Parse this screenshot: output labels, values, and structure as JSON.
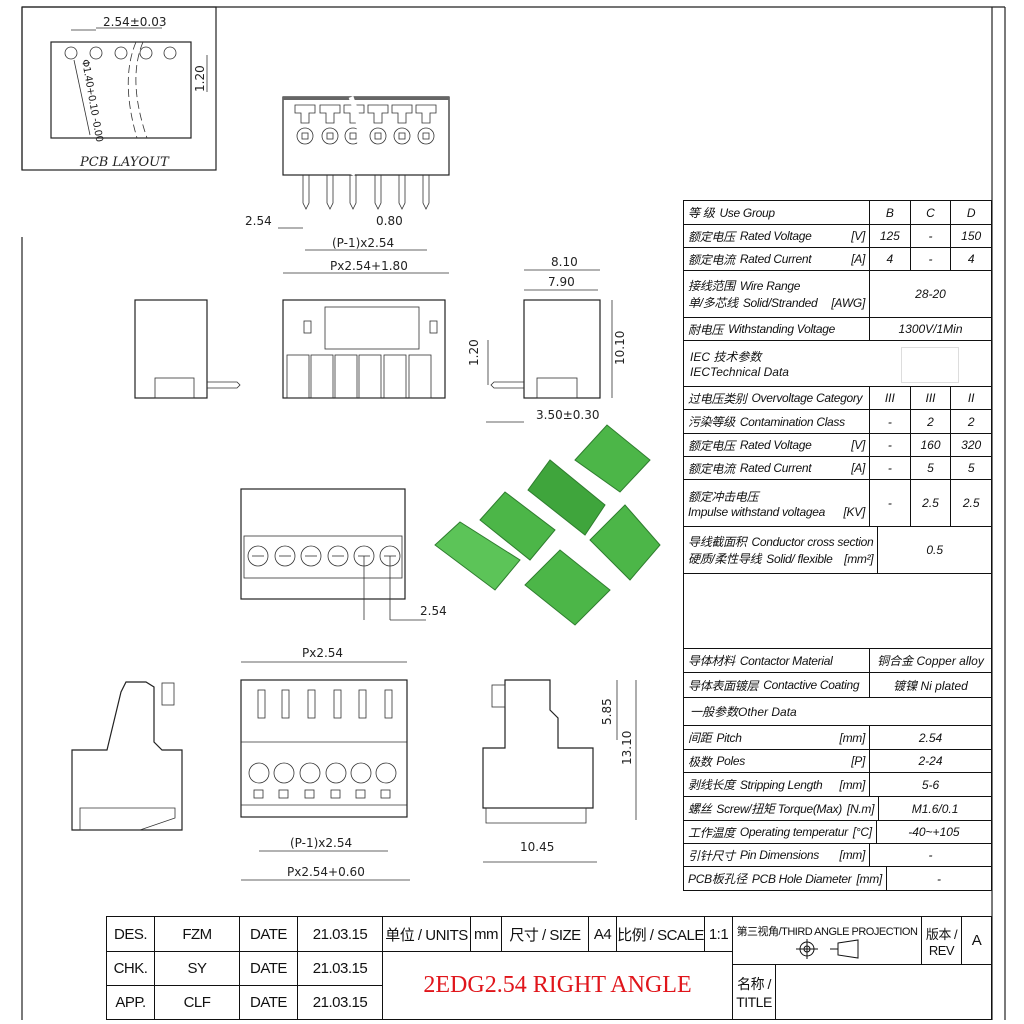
{
  "pcb_layout": {
    "label": "PCB LAYOUT",
    "pitch": "2.54±0.03",
    "row_offset": "1.20",
    "hole_dia": "Φ1.40+0.10 -0.00"
  },
  "top_view": {
    "dim_left": "2.54",
    "dim_pin": "0.80",
    "dim_span": "(P-1)x2.54",
    "dim_total": "Px2.54+1.80"
  },
  "side_view": {
    "dim_w1": "8.10",
    "dim_w2": "7.90",
    "dim_h": "10.10",
    "dim_pin_off": "1.20",
    "dim_pin_len": "3.50±0.30"
  },
  "plug_view": {
    "dim_pitch": "2.54"
  },
  "front_view": {
    "dim_top": "Px2.54",
    "dim_span": "(P-1)x2.54",
    "dim_total": "Px2.54+0.60",
    "dim_h1": "5.85",
    "dim_h2": "13.10",
    "dim_depth": "10.45"
  },
  "product_color": "#4cb648",
  "spec_table": {
    "rows": [
      {
        "cn": "等 级",
        "en": "Use Group",
        "unit": "",
        "vals": [
          "B",
          "C",
          "D"
        ]
      },
      {
        "cn": "额定电压",
        "en": "Rated Voltage",
        "unit": "[V]",
        "vals": [
          "125",
          "-",
          "150"
        ]
      },
      {
        "cn": "额定电流",
        "en": "Rated Current",
        "unit": "[A]",
        "vals": [
          "4",
          "-",
          "4"
        ]
      },
      {
        "cn": "接线范围",
        "en": "Wire Range",
        "cn2": "单/多芯线",
        "en2": "Solid/Stranded",
        "unit": "[AWG]",
        "span": "28-20"
      },
      {
        "cn": "耐电压",
        "en": "Withstanding Voltage",
        "unit": "",
        "span": "1300V/1Min"
      },
      {
        "cn": "IEC 技术参数",
        "en": "",
        "cn2": "IEC",
        "en2": "Technical Data",
        "full": true
      },
      {
        "cn": "过电压类别",
        "en": "Overvoltage Category",
        "unit": "",
        "vals": [
          "III",
          "III",
          "II"
        ]
      },
      {
        "cn": "污染等级",
        "en": "Contamination Class",
        "unit": "",
        "vals": [
          "-",
          "2",
          "2"
        ]
      },
      {
        "cn": "额定电压",
        "en": "Rated Voltage",
        "unit": "[V]",
        "vals": [
          "-",
          "160",
          "320"
        ]
      },
      {
        "cn": "额定电流",
        "en": "Rated Current",
        "unit": "[A]",
        "vals": [
          "-",
          "5",
          "5"
        ]
      },
      {
        "cn": "额定冲击电压",
        "en": "",
        "cn2": "",
        "en2": "Impulse withstand voltagea",
        "unit": "[KV]",
        "vals": [
          "-",
          "2.5",
          "2.5"
        ]
      },
      {
        "cn": "导线截面积",
        "en": "Conductor cross section",
        "cn2": "硬质/柔性导线",
        "en2": "Solid/ flexible",
        "unit": "[mm²]",
        "span": "0.5"
      },
      {
        "blank": true
      },
      {
        "cn": "导体材料",
        "en": "Contactor Material",
        "unit": "",
        "span": "铜合金 Copper alloy"
      },
      {
        "cn": "导体表面镀层",
        "en": "Contactive Coating",
        "unit": "",
        "span": "镀镍 Ni plated"
      },
      {
        "cn": "一般参数",
        "en": "Other Data",
        "full": true
      },
      {
        "cn": "间距",
        "en": "Pitch",
        "unit": "[mm]",
        "span": "2.54"
      },
      {
        "cn": "极数",
        "en": "Poles",
        "unit": "[P]",
        "span": "2-24"
      },
      {
        "cn": "剥线长度",
        "en": "Stripping Length",
        "unit": "[mm]",
        "span": "5-6"
      },
      {
        "cn": "螺丝",
        "en": "Screw/扭矩 Torque(Max)",
        "unit": "[N.m]",
        "span": "M1.6/0.1"
      },
      {
        "cn": "工作温度",
        "en": "Operating temperatur",
        "unit": "[°C]",
        "span": "-40~+105"
      },
      {
        "cn": "引针尺寸",
        "en": "Pin Dimensions",
        "unit": "[mm]",
        "span": "-"
      },
      {
        "cn": "PCB板孔径",
        "en": "PCB Hole Diameter",
        "unit": "[mm]",
        "span": "-"
      }
    ]
  },
  "title_block": {
    "des_label": "DES.",
    "des": "FZM",
    "chk_label": "CHK.",
    "chk": "SY",
    "app_label": "APP.",
    "app": "CLF",
    "date_label": "DATE",
    "date1": "21.03.15",
    "date2": "21.03.15",
    "date3": "21.03.15",
    "units_label": "单位 / UNITS",
    "units": "mm",
    "size_label": "尺寸 / SIZE",
    "size": "A4",
    "scale_label": "比例 / SCALE",
    "scale": "1:1",
    "projection": "第三视角/THIRD ANGLE PROJECTION",
    "rev_label": "版本 / REV",
    "rev": "A",
    "name_label": "名称 / TITLE",
    "product_title": "2EDG2.54 RIGHT ANGLE",
    "title_color": "#e0151b"
  }
}
